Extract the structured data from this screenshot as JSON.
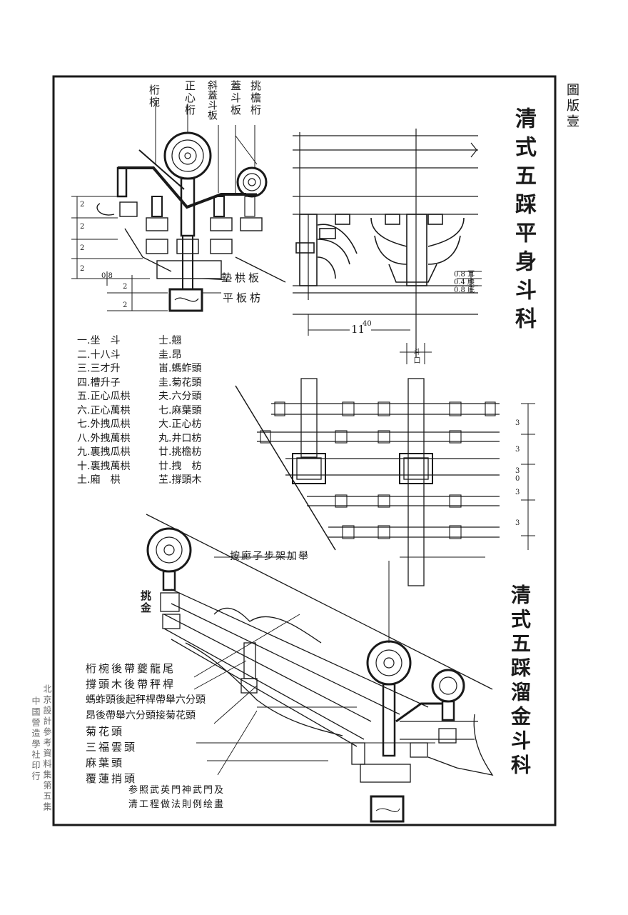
{
  "plate_label": "圖版壹",
  "margin_notes": [
    "北京設計參考資料集第五集",
    "中國營造學社印行"
  ],
  "upper": {
    "title": "清式五踩平身斗科",
    "top_labels": [
      "桁椀",
      "正心桁",
      "斜蓋斗板",
      "蓋斗板",
      "挑檐桁"
    ],
    "side_labels": [
      "墊栱板",
      "平板枋"
    ],
    "dims_left": [
      "2",
      "2",
      "2",
      "2",
      "0.8",
      "2",
      "2"
    ],
    "elevation_dims": {
      "spacing": "11",
      "spacing_sup": "40",
      "doukou": "斗口",
      "er": "0.8 耳",
      "yao": "0.4 腰",
      "di": "0.8 底"
    },
    "plan_dims": [
      "3",
      "3",
      "3",
      "0",
      "3",
      "3"
    ]
  },
  "legend": {
    "left": [
      "一.坐　斗",
      "二.十八斗",
      "三.三才升",
      "四.槽升子",
      "五.正心瓜栱",
      "六.正心萬栱",
      "七.外拽瓜栱",
      "八.外拽萬栱",
      "九.裏拽瓜栱",
      "十.裏拽萬栱",
      "土.廂　栱"
    ],
    "right": [
      "士.翹",
      "圭.昂",
      "峀.螞蚱頭",
      "圭.菊花頭",
      "夫.六分頭",
      "七.麻葉頭",
      "大.正心枋",
      "丸.井口枋",
      "廿.挑檐枋",
      "廿.拽　枋",
      "芏.撐頭木"
    ]
  },
  "lower": {
    "title": "清式五踩溜金斗科",
    "slope_label": "按廊子步架加舉",
    "tiaojin_label": "挑金",
    "labels": [
      "桁椀後帶夔龍尾",
      "撐頭木後帶秤桿",
      "螞蚱頭後起秤桿帶舉六分頭",
      "昂後帶舉六分頭接菊花頭",
      "菊花頭",
      "三福雲頭",
      "麻葉頭",
      "覆蓮捎頭"
    ],
    "reference": [
      "参照武英門神武門及",
      "清工程做法則例绘畫"
    ]
  }
}
